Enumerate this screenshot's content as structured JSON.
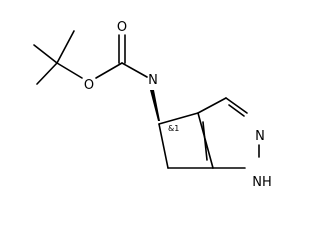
{
  "molecule": {
    "atoms": {
      "carbonyl_oxygen": "O",
      "ester_oxygen": "O",
      "amide_nitrogen": "N",
      "pyrazole_n2": "N",
      "pyrazole_nh": "NH"
    },
    "stereo_label": "&1"
  },
  "colors": {
    "bond": "#000000",
    "text": "#000000",
    "background": "#ffffff"
  }
}
